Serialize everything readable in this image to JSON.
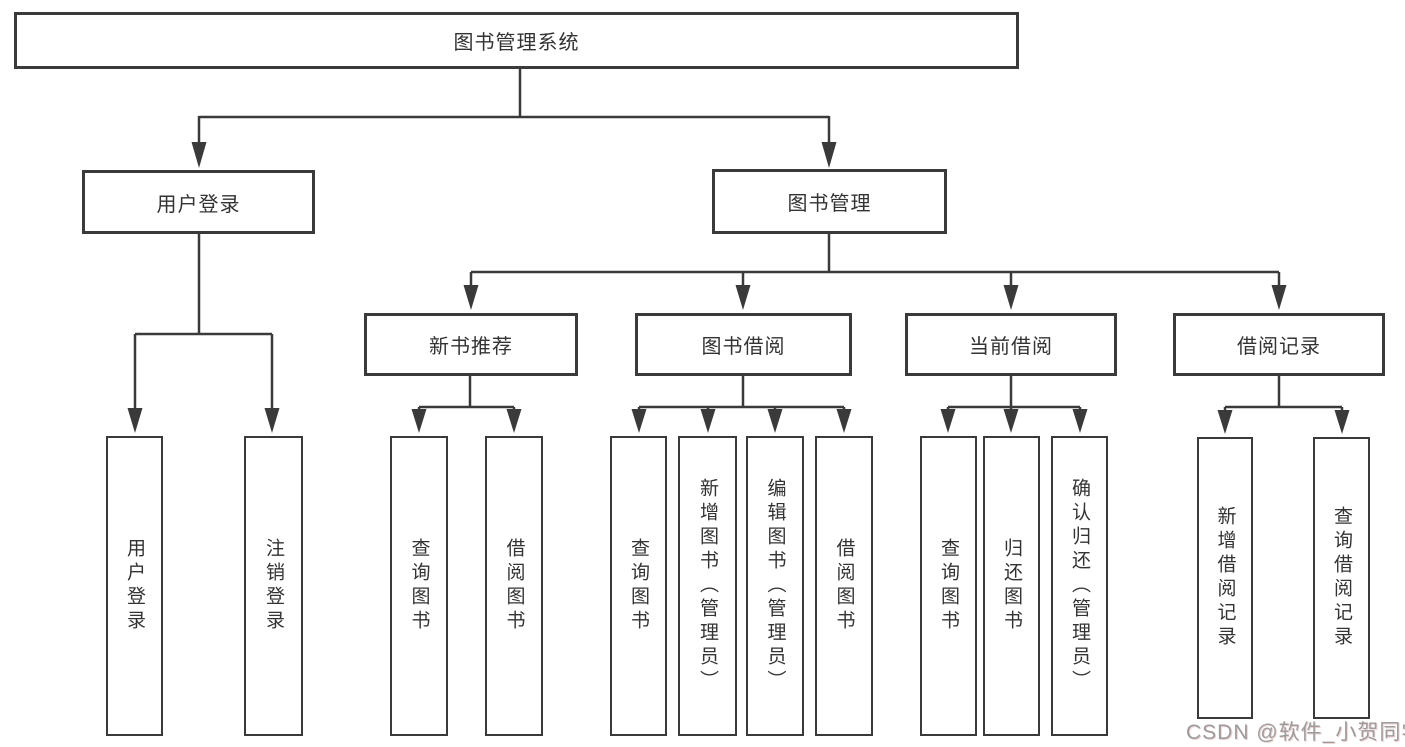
{
  "tree": {
    "root": "图书管理系统",
    "level2": [
      {
        "label": "用户登录",
        "children": [
          "用户登录",
          "注销登录"
        ]
      },
      {
        "label": "图书管理",
        "groups": [
          {
            "label": "新书推荐",
            "children": [
              "查询图书",
              "借阅图书"
            ]
          },
          {
            "label": "图书借阅",
            "children": [
              "查询图书",
              "新增图书（管理员）",
              "编辑图书（管理员）",
              "借阅图书"
            ]
          },
          {
            "label": "当前借阅",
            "children": [
              "查询图书",
              "归还图书",
              "确认归还（管理员）"
            ]
          },
          {
            "label": "借阅记录",
            "children": [
              "新增借阅记录",
              "查询借阅记录"
            ]
          }
        ]
      }
    ]
  },
  "watermark": "CSDN @软件_小贺同学",
  "colors": {
    "line": "#3a3a3a",
    "text": "#333333",
    "watermark": "#9c9c9c",
    "background": "#ffffff"
  }
}
